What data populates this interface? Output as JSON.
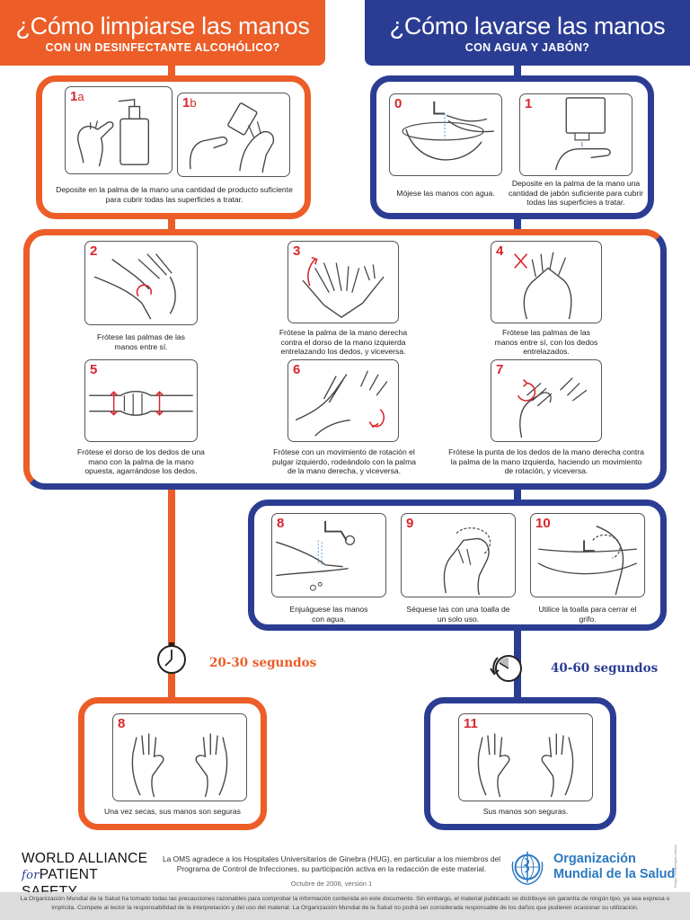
{
  "header_left": {
    "title": "¿Cómo limpiarse las manos",
    "subtitle": "CON UN DESINFECTANTE ALCOHÓLICO?"
  },
  "header_right": {
    "title": "¿Cómo lavarse las manos",
    "subtitle": "CON AGUA Y JABÓN?"
  },
  "steps": {
    "s1a": {
      "num": "1",
      "suffix": "a"
    },
    "s1b": {
      "num": "1",
      "suffix": "b"
    },
    "s1ab_caption": "Deposite en la palma de la mano una cantidad de producto suficiente para cubrir todas las superficies a tratar.",
    "s0": {
      "num": "0",
      "caption": "Mójese las manos con agua."
    },
    "s1": {
      "num": "1",
      "caption": "Deposite en la palma de la mano una cantidad de jabón suficiente para cubrir todas las superficies a tratar."
    },
    "s2": {
      "num": "2",
      "caption": "Frótese las palmas de las manos entre sí."
    },
    "s3": {
      "num": "3",
      "caption": "Frótese la palma de la mano derecha contra el dorso de la mano izquierda entrelazando los dedos, y viceversa."
    },
    "s4": {
      "num": "4",
      "caption": "Frótese las palmas de las manos entre sí, con los dedos entrelazados."
    },
    "s5": {
      "num": "5",
      "caption": "Frótese el dorso de los dedos de una mano con la palma de la mano opuesta, agarrándose los dedos."
    },
    "s6": {
      "num": "6",
      "caption": "Frótese con un movimiento de rotación el pulgar izquierdo, rodeándolo con la palma de la mano derecha, y viceversa."
    },
    "s7": {
      "num": "7",
      "caption": "Frótese la punta de los dedos de la mano derecha contra la palma de la mano izquierda, haciendo un movimiento de rotación, y viceversa."
    },
    "s8w": {
      "num": "8",
      "caption": "Enjuáguese las manos con agua."
    },
    "s9": {
      "num": "9",
      "caption": "Séquese las con una toalla de un solo uso."
    },
    "s10": {
      "num": "10",
      "caption": "Utilice la toalla para cerrar el grifo."
    },
    "s8a": {
      "num": "8",
      "caption": "Una vez secas, sus manos son seguras"
    },
    "s11": {
      "num": "11",
      "caption": "Sus manos son seguras."
    }
  },
  "timers": {
    "left": "20-30 segundos",
    "right": "40-60 segundos"
  },
  "footer": {
    "alliance_line1": "WORLD ALLIANCE",
    "alliance_for": "for",
    "alliance_line2": "PATIENT SAFETY",
    "acknowledgement": "La OMS agradece a los Hospitales Universitarios de Ginebra (HUG), en particular a los miembros del Programa de Control de Infecciones, su participación activa en la redacción de este material.",
    "date": "Octubre de 2006, versión 1",
    "who_line1": "Organización",
    "who_line2": "Mundial de la Salud",
    "disclaimer": "La Organización Mundial de la Salud ha tomado todas las precauciones razonables para comprobar la información contenida en este documento. Sin embargo, el material publicado se distribuye sin garantía de ningún tipo, ya sea expresa o implícita. Compete al lector la responsabilidad de la interpretación y del uso del material. La Organización Mundial de la Salud no podrá ser considerada responsable de los daños que pudieren ocasionar su utilización.",
    "vertical_note": "Design: mondofragilis network"
  },
  "colors": {
    "orange": "#ec5d28",
    "blue": "#2b3d93",
    "red_number": "#d8262c",
    "who_blue": "#2b78c0"
  }
}
